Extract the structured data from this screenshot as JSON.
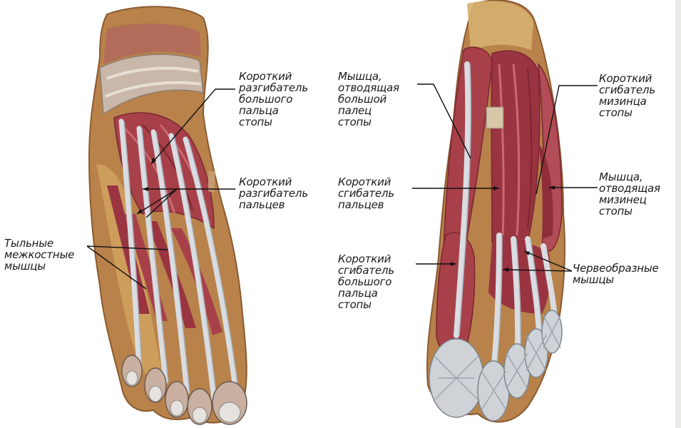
{
  "labels": {
    "ext_hallucis_brevis": "Короткий\nразгибатель\nбольшого\nпальца\nстопы",
    "ext_digitorum_brevis": "Короткий\nразгибатель\nпальцев",
    "dorsal_interossei": "Тыльные\nмежкостные\nмышцы",
    "abductor_hallucis": "Мышца,\nотводящая\nбольшой\nпалец\nстопы",
    "flex_digitorum_brevis": "Короткий\nсгибатель\nпальцев",
    "flex_hallucis_brevis": "Короткий\nсгибатель\nбольшого\nпальца\nстопы",
    "flex_digiti_minimi": "Короткий\nсгибатель\nмизинца\nстопы",
    "abductor_digiti_minimi": "Мышца,\nотводящая\nмизинец\nстопы",
    "lumbricals": "Червеобразные\nмышцы"
  },
  "colors": {
    "muscle": "#a8404a",
    "muscle_dark": "#7a2630",
    "muscle_light": "#c86a72",
    "tendon": "#d9dde2",
    "tendon_shade": "#a9b0b8",
    "fat": "#c99a5a",
    "skin_edge": "#b87a48",
    "leader": "#111111"
  }
}
